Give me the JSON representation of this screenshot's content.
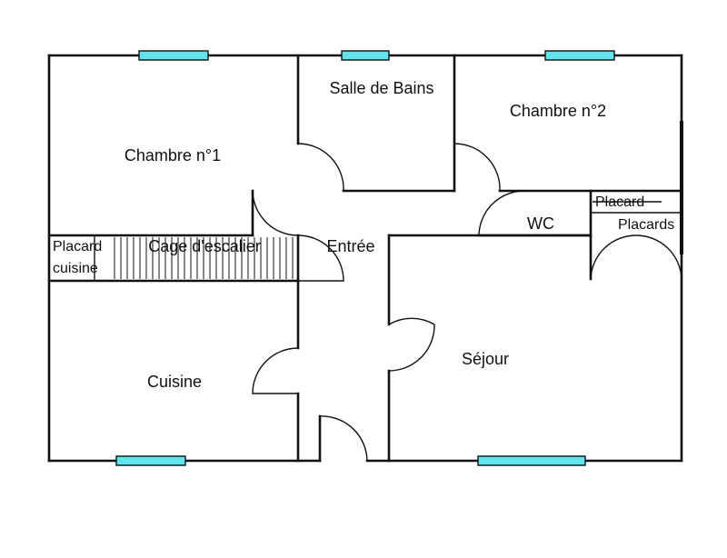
{
  "rooms": {
    "chambre1": "Chambre n°1",
    "salle_de_bains": "Salle de Bains",
    "chambre2": "Chambre n°2",
    "placard_top": "Placard",
    "wc": "WC",
    "placards": "Placards",
    "placard_cuisine_line1": "Placard",
    "placard_cuisine_line2": "cuisine",
    "cage_escalier": "Cage d'escalier",
    "entree": "Entrée",
    "sejour": "Séjour",
    "cuisine": "Cuisine"
  },
  "colors": {
    "wall": "#111111",
    "window": "#5fe3ec",
    "background": "#ffffff"
  }
}
